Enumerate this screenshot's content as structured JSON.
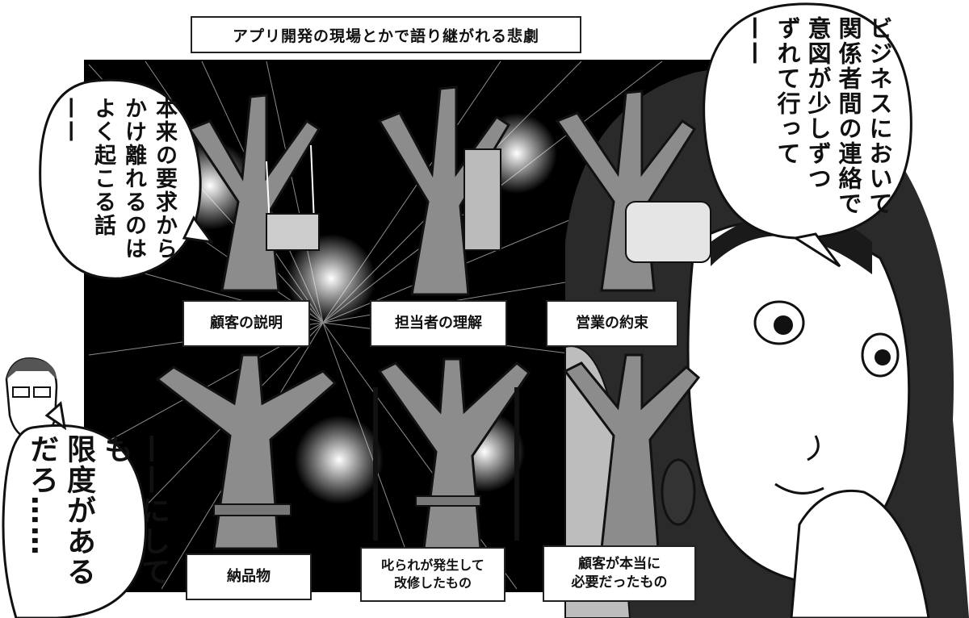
{
  "caption": "アプリ開発の現場とかで語り継がれる悲劇",
  "labels": {
    "customer_explanation": "顧客の説明",
    "staff_understanding": "担当者の理解",
    "sales_promise": "営業の約束",
    "deliverable": "納品物",
    "scolded_line1": "叱られが発生して",
    "scolded_line2": "改修したもの",
    "needed_line1": "顧客が本当に",
    "needed_line2": "必要だったもの"
  },
  "bubbles": {
    "right": [
      "ビジネスにおいて",
      "関係者間の連絡で",
      "意図が少しずつ",
      "ずれて行って",
      "——"
    ],
    "left": [
      "本来の要求から",
      "かけ離れるのは",
      "よく起こる話",
      "——"
    ],
    "bottom": [
      "——にしても",
      "限度がある",
      "だろ……"
    ]
  },
  "colors": {
    "ink": "#111111",
    "panel_bg": "#000000",
    "tree_fill": "#8c8c8c",
    "paper": "#ffffff"
  }
}
